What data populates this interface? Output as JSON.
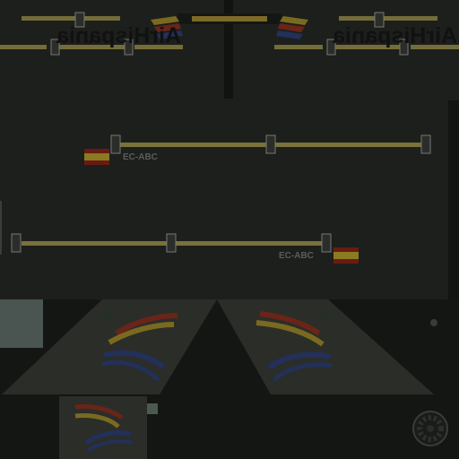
{
  "texture": {
    "livery_text_left": "AirHispania",
    "livery_text_right": "AirHispania",
    "registration_upper": "EC-ABC",
    "registration_lower": "EC-ABC"
  },
  "colors": {
    "background": "#1c1f1c",
    "wing_panel": "#2b2d29",
    "window_dots": "#9a8d46",
    "flag_red": "#6a1a14",
    "flag_yellow": "#8a7a20",
    "stripe_blue": "#22305a",
    "stripe_red": "#6a2418",
    "stripe_yellow": "#7a6a20",
    "top_bar_gold": "#7d6a27"
  }
}
